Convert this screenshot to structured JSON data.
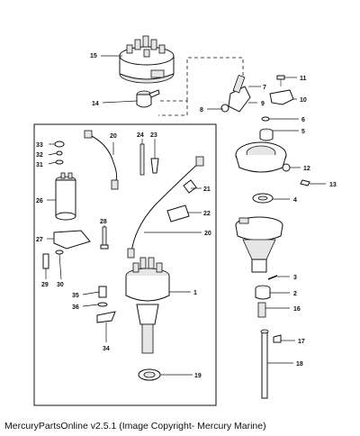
{
  "caption": "MercuryPartsOnline v2.5.1 (Image Copyright- Mercury Marine)",
  "callouts": {
    "c1": "1",
    "c2": "2",
    "c3": "3",
    "c4": "4",
    "c5": "5",
    "c6": "6",
    "c7": "7",
    "c8": "8",
    "c9": "9",
    "c10": "10",
    "c11": "11",
    "c12": "12",
    "c13": "13",
    "c14": "14",
    "c15": "15",
    "c16": "16",
    "c17": "17",
    "c18": "18",
    "c19": "19",
    "c20a": "20",
    "c20b": "20",
    "c21": "21",
    "c22": "22",
    "c23": "23",
    "c24": "24",
    "c26": "26",
    "c27": "27",
    "c28": "28",
    "c29": "29",
    "c30": "30",
    "c31": "31",
    "c32": "32",
    "c33": "33",
    "c34": "34",
    "c35": "35",
    "c36": "36"
  }
}
